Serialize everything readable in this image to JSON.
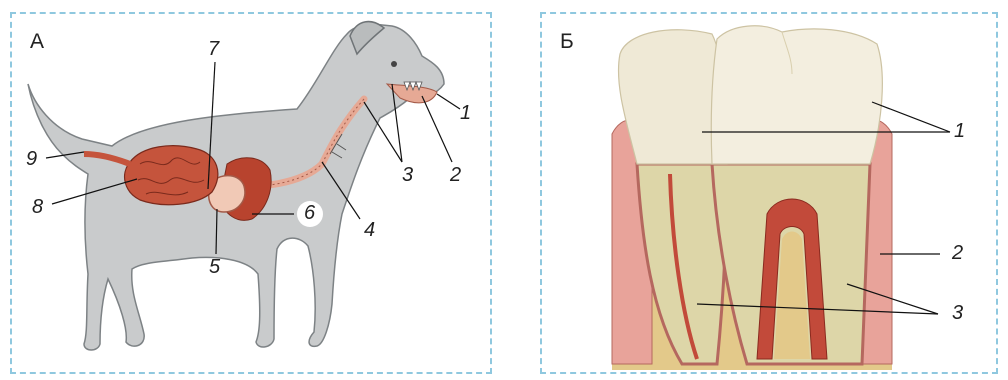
{
  "panel_a": {
    "letter": "А",
    "labels": [
      "1",
      "2",
      "3",
      "4",
      "5",
      "6",
      "7",
      "8",
      "9"
    ]
  },
  "panel_b": {
    "letter": "Б",
    "labels": [
      "1",
      "2",
      "3"
    ]
  },
  "colors": {
    "border": "#8fc8df",
    "dog_body": "#c9cbcc",
    "digestive": "#e6a995",
    "intestine": "#b8432e",
    "tooth_crown": "#efe9d6",
    "gum": "#e8a39a",
    "bone": "#e3c98a",
    "pulp": "#c24a3a"
  }
}
